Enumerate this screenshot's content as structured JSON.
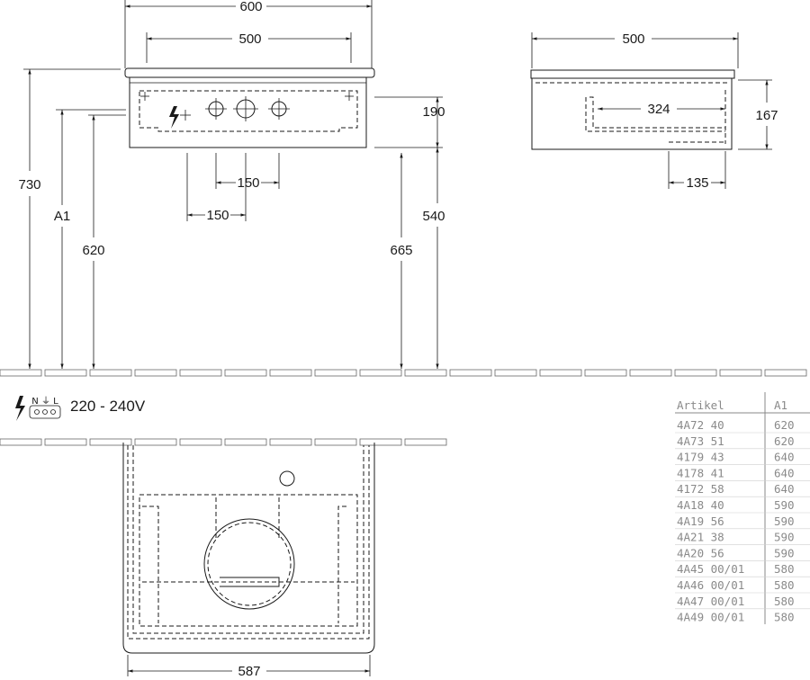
{
  "front_view": {
    "dims": {
      "width_total": "600",
      "width_inner": "500",
      "height_unit": "190",
      "spacing_a": "150",
      "spacing_b": "150",
      "height_total": "730",
      "height_a1": "A1",
      "height_620": "620",
      "height_665": "665",
      "height_540": "540"
    }
  },
  "side_view": {
    "dims": {
      "depth": "500",
      "height": "167",
      "drawer_depth": "324",
      "offset": "135"
    }
  },
  "electrical": {
    "terminal_labels": "N ⏚ L",
    "voltage": "220 - 240V",
    "icon": "lightning-icon"
  },
  "top_view": {
    "dims": {
      "width": "587"
    }
  },
  "article_table": {
    "headers": [
      "Artikel",
      "A1"
    ],
    "rows": [
      {
        "artikel": "4A72 40",
        "a1": "620"
      },
      {
        "artikel": "4A73 51",
        "a1": "620"
      },
      {
        "artikel": "4179 43",
        "a1": "640"
      },
      {
        "artikel": "4178 41",
        "a1": "640"
      },
      {
        "artikel": "4172 58",
        "a1": "640"
      },
      {
        "artikel": "4A18 40",
        "a1": "590"
      },
      {
        "artikel": "4A19 56",
        "a1": "590"
      },
      {
        "artikel": "4A21 38",
        "a1": "590"
      },
      {
        "artikel": "4A20 56",
        "a1": "590"
      },
      {
        "artikel": "4A45 00/01",
        "a1": "580"
      },
      {
        "artikel": "4A46 00/01",
        "a1": "580"
      },
      {
        "artikel": "4A47 00/01",
        "a1": "580"
      },
      {
        "artikel": "4A49 00/01",
        "a1": "580"
      }
    ]
  }
}
